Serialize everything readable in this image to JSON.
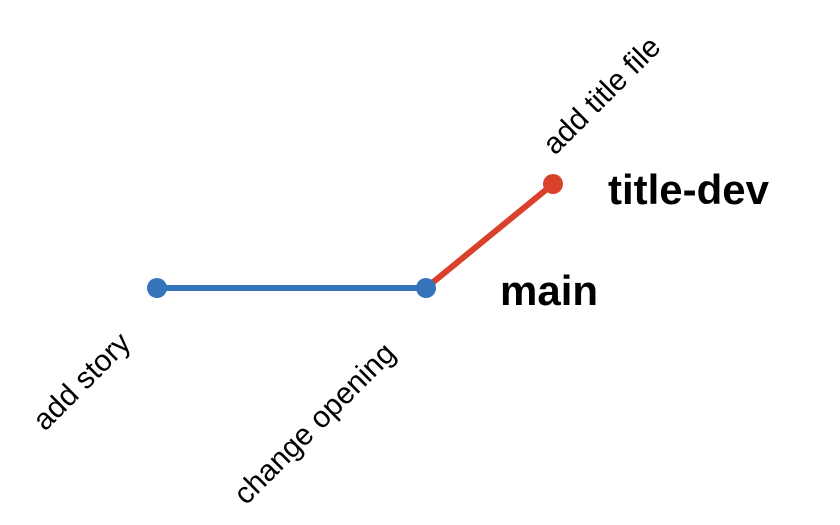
{
  "diagram": {
    "commits": [
      {
        "id": "c1",
        "message": "add story",
        "branch": "main"
      },
      {
        "id": "c2",
        "message": "change opening",
        "branch": "main"
      },
      {
        "id": "c3",
        "message": "add title file",
        "branch": "title-dev"
      }
    ],
    "branches": [
      {
        "name": "main",
        "color": "#3674BA"
      },
      {
        "name": "title-dev",
        "color": "#D9412B"
      }
    ]
  }
}
